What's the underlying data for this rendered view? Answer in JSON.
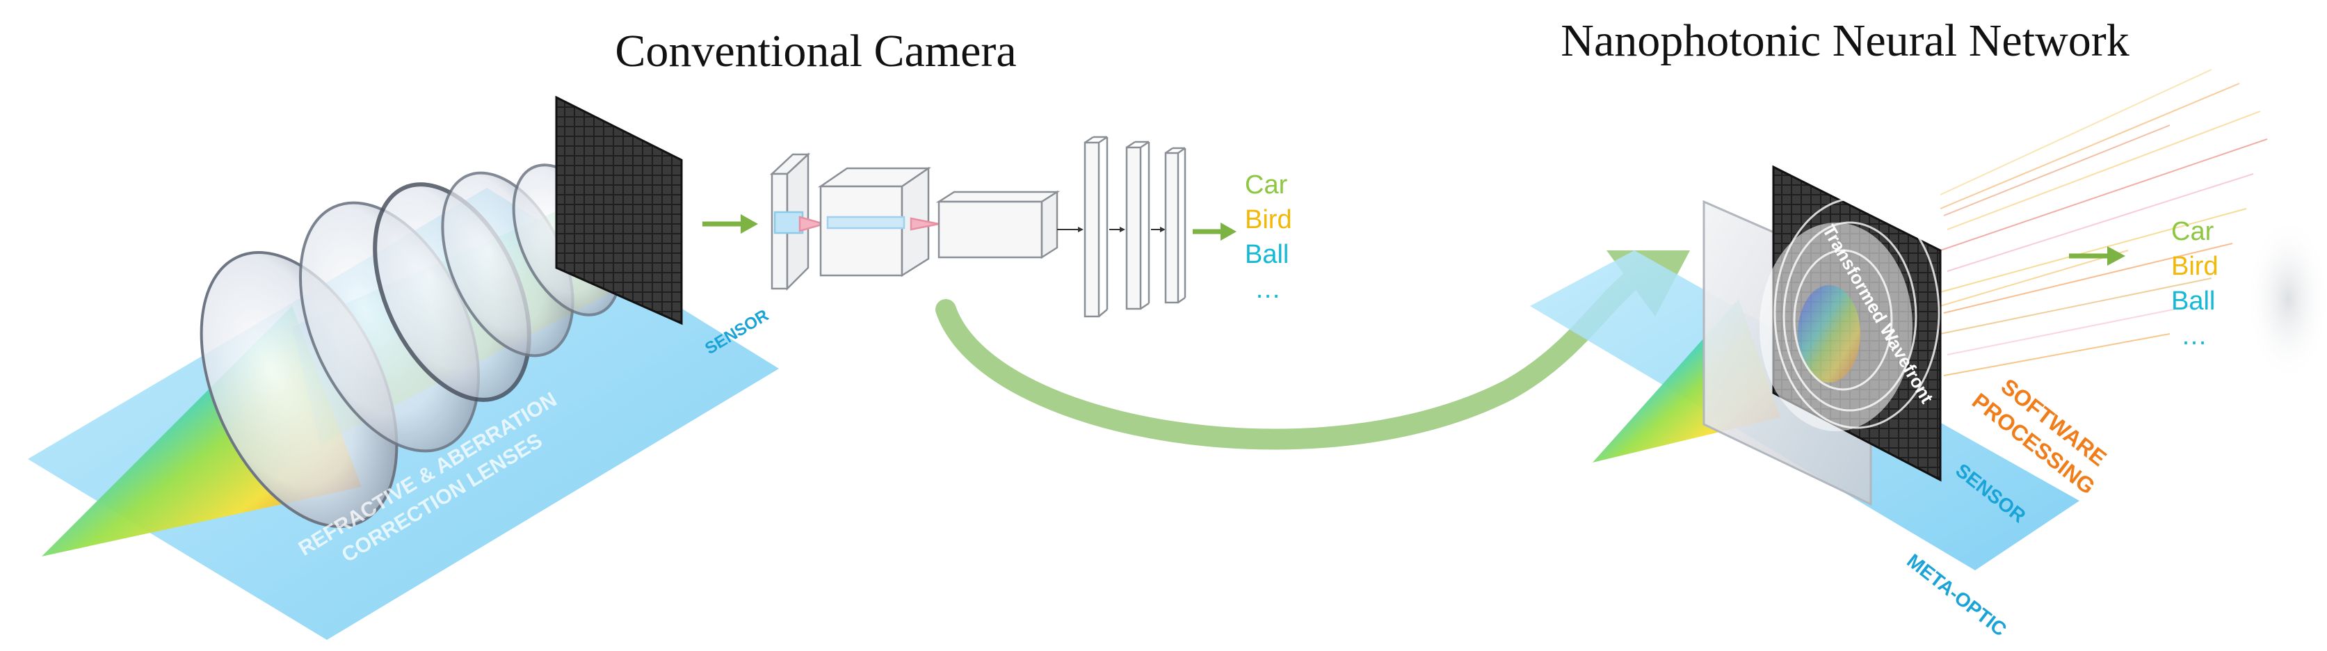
{
  "titles": {
    "left": "Conventional Camera",
    "right": "Nanophotonic Neural Network"
  },
  "left_panel": {
    "lens_label_line1": "REFRACTIVE & ABERRATION",
    "lens_label_line2": "CORRECTION LENSES",
    "sensor_label": "SENSOR"
  },
  "right_panel": {
    "wavefront_label": "Transformed Wavefront",
    "meta_optic_label": "META-OPTIC",
    "sensor_label": "SENSOR",
    "software_line1": "SOFTWARE",
    "software_line2": "PROCESSING"
  },
  "classes_left": [
    "Car",
    "Bird",
    "Ball",
    "…"
  ],
  "classes_right": [
    "Car",
    "Bird",
    "Ball",
    "…"
  ],
  "colors": {
    "arrow_green": "#7cb342",
    "curve_green": "#a8d08d",
    "car": "#8dc641",
    "bird": "#f2b807",
    "ball": "#14b9d6",
    "panel_blue": "#8fd8f5",
    "sensor_dark": "#2b2b2b",
    "software_orange": "#f07d1a"
  }
}
